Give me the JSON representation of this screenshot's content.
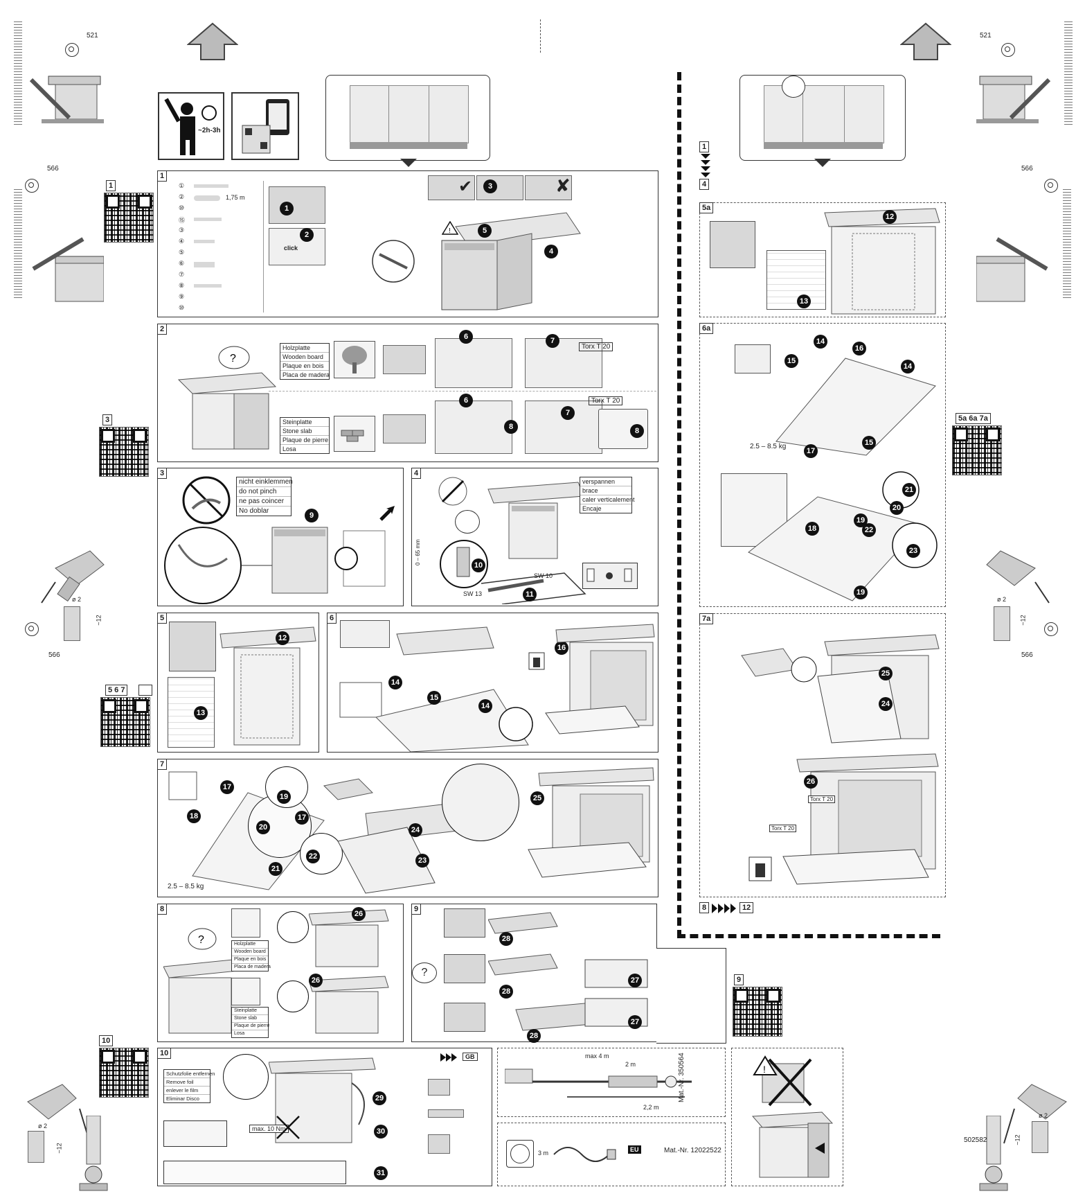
{
  "margin": {
    "dim_top_left": "521",
    "dim_top_right": "521",
    "dim_mid_left": "566",
    "dim_mid_right": "566",
    "drill_left_dia": "ø 2",
    "drill_left_depth": "~12",
    "drill_left_dim": "566",
    "drill_right_dia": "ø 2",
    "drill_right_depth": "~12",
    "drill_right_dim": "566",
    "drill_bl_dia": "ø 2",
    "drill_bl_depth": "~12",
    "drill_br_dia": "ø 2",
    "drill_br_depth": "~12",
    "doc_number": "502582"
  },
  "header": {
    "time": "~2h-3h"
  },
  "qr_labels": {
    "q1": "1",
    "q3": "3",
    "q567": "5 6 7",
    "q567b": "",
    "q10": "10",
    "q9": "9",
    "q5a": "5a 6a 7a"
  },
  "p1": {
    "num": "1",
    "parts": [
      "①",
      "②",
      "⑩",
      "⑮",
      "③",
      "④",
      "⑤",
      "⑥",
      "⑦",
      "⑧",
      "⑨",
      "⑩"
    ],
    "hose_len": "1,75 m",
    "s1": "1",
    "s2": "2",
    "s3": "3",
    "s4": "4",
    "s5": "5",
    "click": "click"
  },
  "p2": {
    "num": "2",
    "wood": [
      "Holzplatte",
      "Wooden board",
      "Plaque en bois",
      "Placa de madera"
    ],
    "stone": [
      "Steinplatte",
      "Stone slab",
      "Plaque de pierre",
      "Losa"
    ],
    "torx_top": "Torx T 20",
    "torx_bottom": "Torx T 20",
    "s6": "6",
    "s7": "7",
    "s8": "8"
  },
  "p3": {
    "num": "3",
    "warn": [
      "nicht einklemmen",
      "do not pinch",
      "ne pas coincer",
      "No doblar"
    ],
    "s9": "9"
  },
  "p4": {
    "num": "4",
    "labels": [
      "verspannen",
      "brace",
      "caler verticalement",
      "Encaje"
    ],
    "sw13": "SW 13",
    "sw10": "SW 10",
    "dim": "0 – 65 mm",
    "s10": "10",
    "s11": "11"
  },
  "p5": {
    "num": "5",
    "s12": "12",
    "s13": "13"
  },
  "p6": {
    "num": "6",
    "s14": "14",
    "s15": "15",
    "s16": "16"
  },
  "p7": {
    "num": "7",
    "weight": "2.5 – 8.5 kg",
    "s17": "17",
    "s18": "18",
    "s19": "19",
    "s20": "20",
    "s21": "21",
    "s22": "22",
    "s23": "23",
    "s24": "24",
    "s25": "25"
  },
  "p8": {
    "num": "8",
    "wood": [
      "Holzplatte",
      "Wooden board",
      "Plaque en bois",
      "Placa de madera"
    ],
    "stone": [
      "Steinplatte",
      "Stone slab",
      "Plaque de pierre",
      "Losa"
    ],
    "s26": "26"
  },
  "p9": {
    "num": "9",
    "s27": "27",
    "s28": "28"
  },
  "p10": {
    "num": "10",
    "labels": [
      "Schutzfolie entfernen",
      "Remove foil",
      "enlever le film",
      "Eliminar Disco"
    ],
    "max": "max. 10 Nm",
    "gb": "GB",
    "s29": "29",
    "s30": "30",
    "s31": "31"
  },
  "hose": {
    "len_top": "max 4 m",
    "len_a": "2 m",
    "len_b": "2,2 m",
    "mat": "Mat.-Nr. 350564"
  },
  "power": {
    "len": "3 m",
    "eu": "EU",
    "mat": "Mat.-Nr. 12022522"
  },
  "right": {
    "steps_from": "1",
    "steps_to": "4",
    "p5a": "5a",
    "p6a": "6a",
    "p7a": "7a",
    "weight": "2.5 – 8.5 kg",
    "s12": "12",
    "s13": "13",
    "s14": "14",
    "s15": "15",
    "s16": "16",
    "s17": "17",
    "s18": "18",
    "s19": "19",
    "s20": "20",
    "s21": "21",
    "s22": "22",
    "s23": "23",
    "s24": "24",
    "s25": "25",
    "s26": "26",
    "torx_a": "Torx T 20",
    "torx_b": "Torx T 20",
    "nav_from": "8",
    "nav_to": "12"
  },
  "colors": {
    "line": "#333333",
    "fill": "#d8d8d8",
    "bullet": "#111111"
  }
}
